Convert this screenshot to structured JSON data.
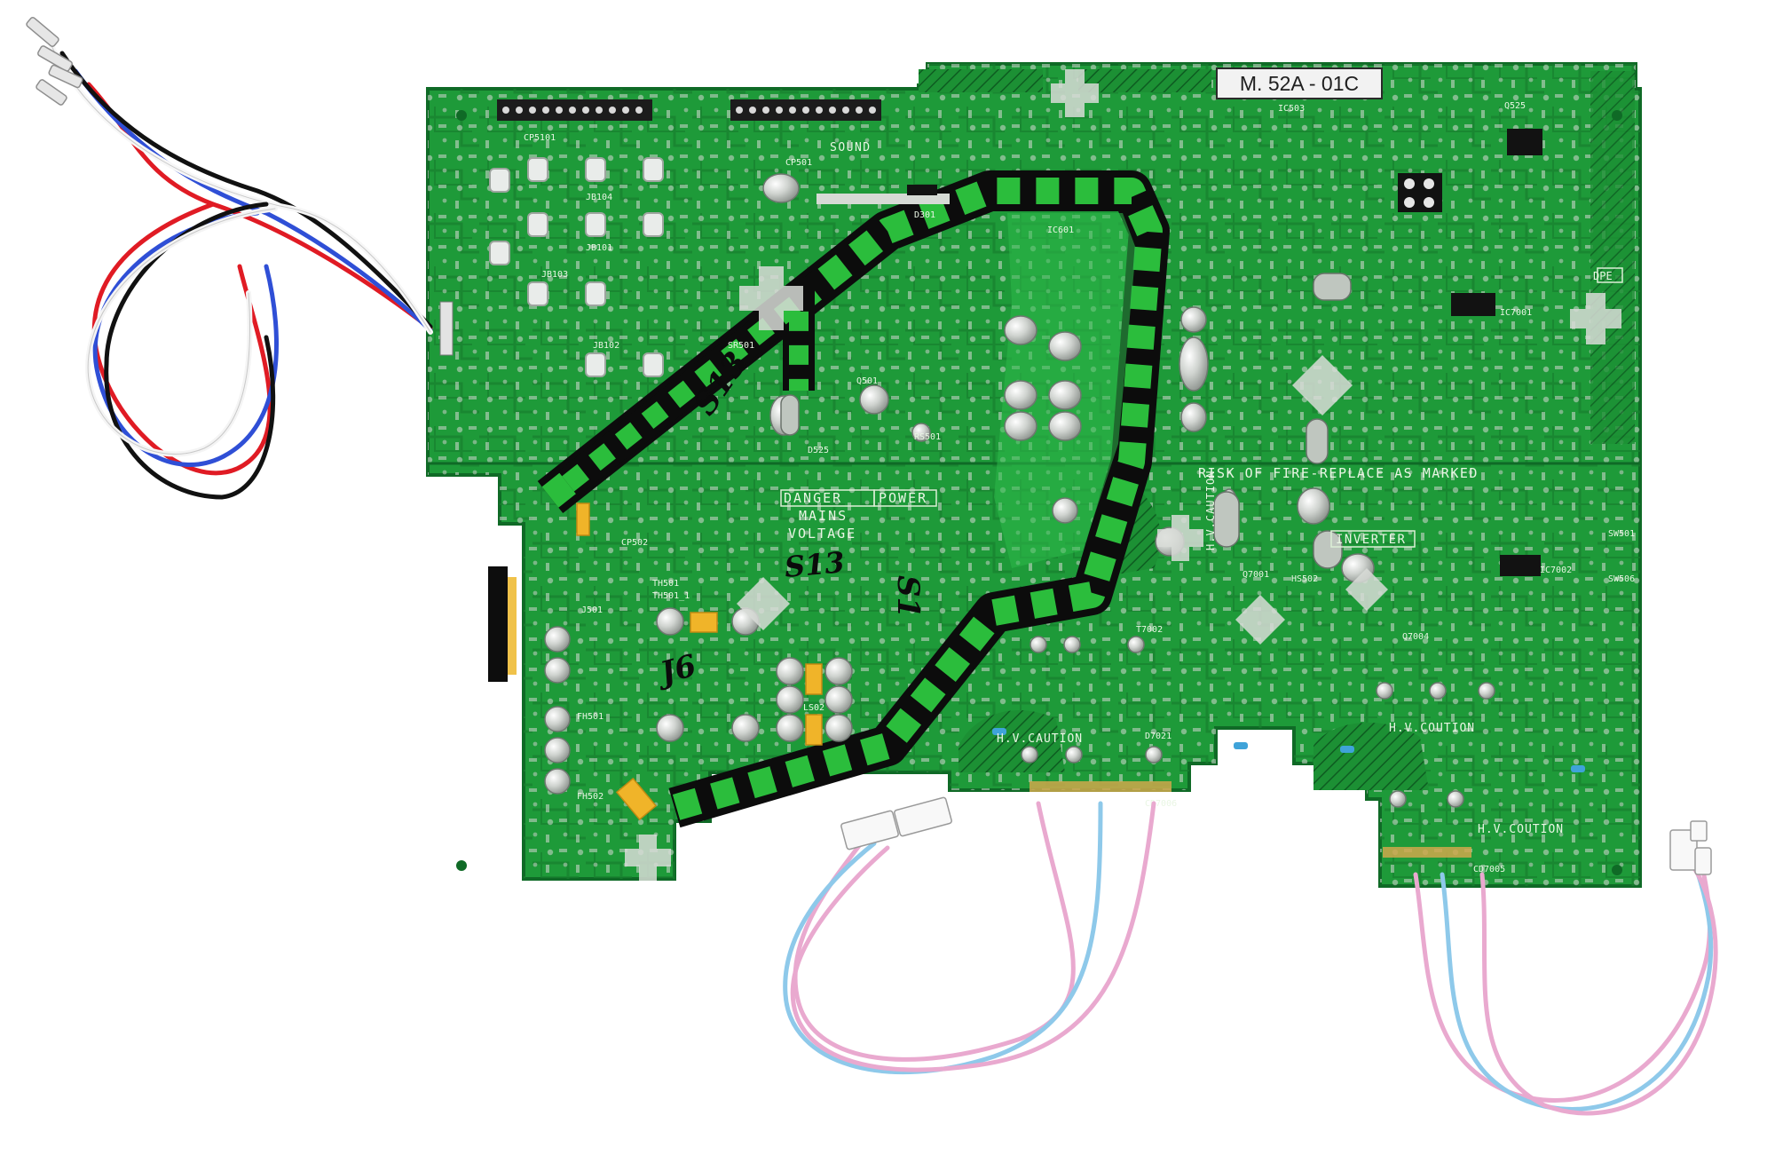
{
  "board": {
    "model_label": "M. 52A - 01C",
    "colors": {
      "pcb": "#1f9a3a",
      "pcb_dark": "#0f6a26",
      "solder": "#c9cfc8",
      "trace_dark": "#0d0d0d",
      "wire_red": "#e01b24",
      "wire_blue": "#2f4fd6",
      "wire_black": "#111111",
      "wire_pink": "#e9a9cf",
      "wire_cyan": "#8ec9ea"
    }
  },
  "silkscreen": {
    "warning_fire": "RISK OF FIRE-REPLACE AS MARKED",
    "danger_lines": [
      "DANGER",
      "POWER",
      "MAINS",
      "VOLTAGE"
    ],
    "sound": "SOUND",
    "inverter": "INVERTER",
    "hv_caution": "H.V.CAUTION",
    "hv_caution_2": "H.V.COUTION",
    "hv_caution_3": "H.V.COUTION",
    "hv_caution_left": "H.V.CAUTION",
    "dpe": "DPE",
    "parts": [
      "CP5101",
      "JB104",
      "JB103",
      "JB102",
      "JB101",
      "SR501",
      "Q501",
      "RS501",
      "D525",
      "CP502",
      "TH501",
      "TH501_1",
      "J501",
      "FH501",
      "FH502",
      "LS02",
      "IC601",
      "D301",
      "CP501",
      "Q7001",
      "Q7004",
      "HS502",
      "T7002",
      "IC7002",
      "IC7001",
      "D7021",
      "CD7006",
      "CD7005",
      "SW501",
      "SW506",
      "IC503",
      "Q525"
    ],
    "handwritten": [
      "S13",
      "S1",
      "J6",
      "S13"
    ]
  }
}
